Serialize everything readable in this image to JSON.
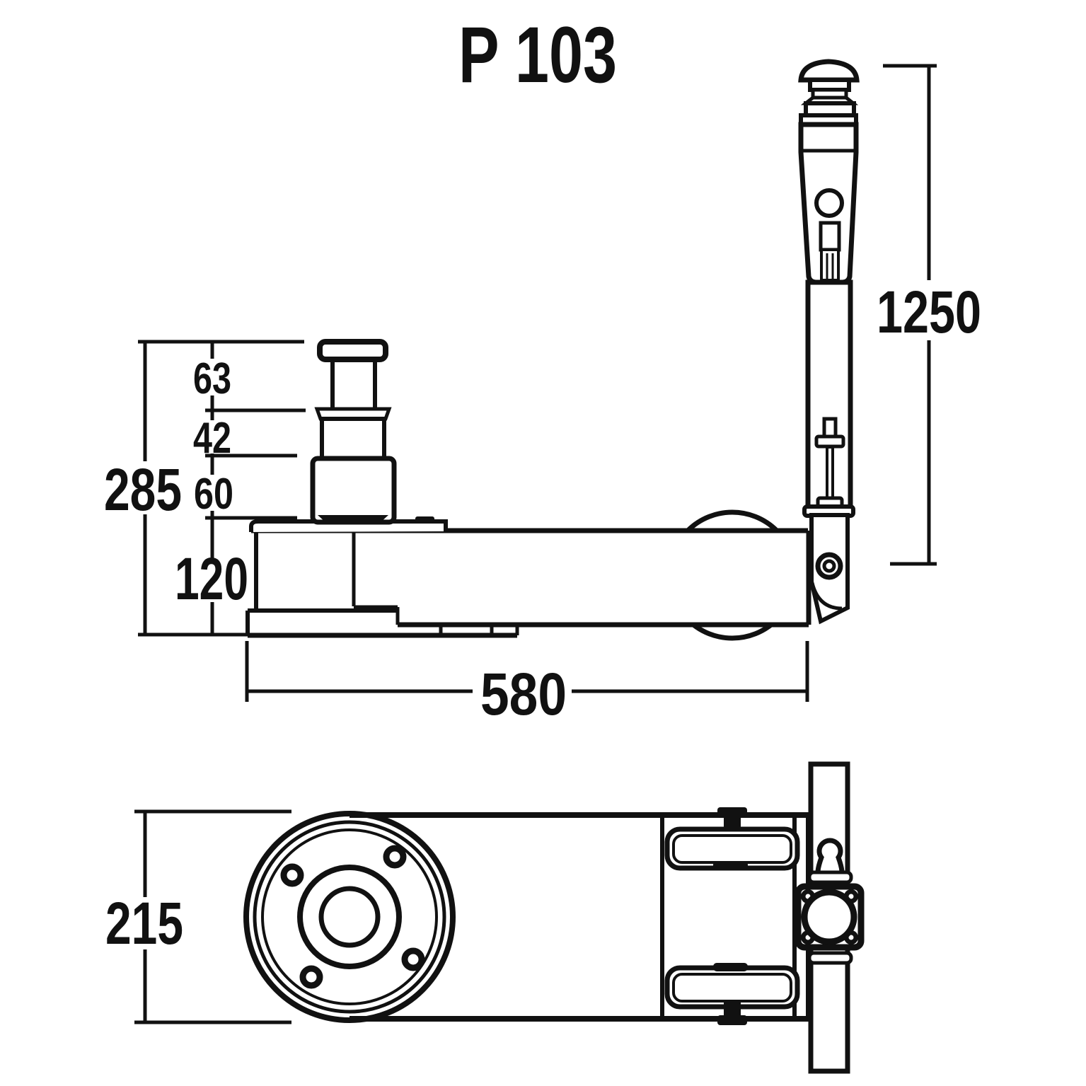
{
  "title": "P 103",
  "colors": {
    "line": "#111111",
    "background": "#ffffff"
  },
  "side_view": {
    "description": "side elevation of air-hydraulic jack with telescopic saddle and pump handle",
    "dimensions": {
      "saddle_stage_1": "63",
      "saddle_stage_2": "42",
      "saddle_stage_3": "60",
      "overall_closed_height": "285",
      "chassis_height": "120",
      "base_length": "580",
      "handle_height": "1250"
    }
  },
  "bottom_view": {
    "description": "plan view showing cylinder base flange, chassis, twin rollers and handle pivot",
    "dimensions": {
      "body_width": "215"
    }
  }
}
